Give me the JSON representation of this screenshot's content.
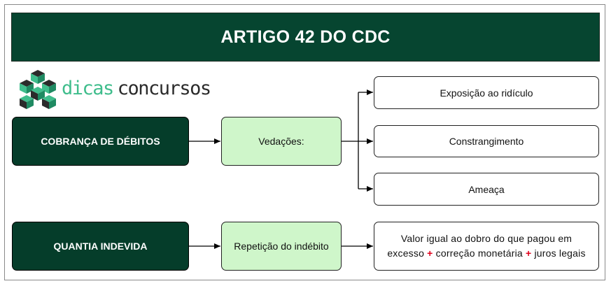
{
  "title": "ARTIGO 42 DO CDC",
  "logo": {
    "word1": "dicas",
    "word2": "concursos"
  },
  "nodes": {
    "cobranca": "COBRANÇA DE DÉBITOS",
    "vedacoes": "Vedações:",
    "exposicao": "Exposição ao ridículo",
    "constrangimento": "Constrangimento",
    "ameaca": "Ameaça",
    "quantia": "QUANTIA INDEVIDA",
    "repeticao": "Repetição do indébito",
    "valor_line1": "Valor igual ao dobro do que pagou em",
    "valor_line2_a": "excesso",
    "valor_line2_b": "correção monetária",
    "valor_line2_c": "juros legais",
    "plus": "+"
  },
  "colors": {
    "title_bg": "#064530",
    "dark_box": "#053d2a",
    "green_box": "#cff6ca",
    "logo_green": "#3fbd8c",
    "plus_red": "#e0001b"
  }
}
